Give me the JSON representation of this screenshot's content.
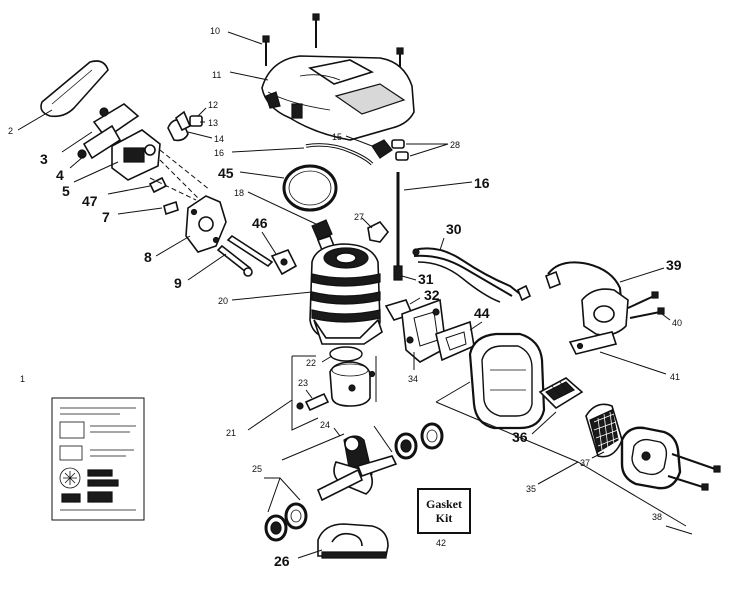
{
  "labels": {
    "l1": "1",
    "l2": "2",
    "l3": "3",
    "l4": "4",
    "l5": "5",
    "l7": "7",
    "l8": "8",
    "l9": "9",
    "l10": "10",
    "l11": "11",
    "l12": "12",
    "l13": "13",
    "l14": "14",
    "l15": "15",
    "l16a": "16",
    "l16b": "16",
    "l18": "18",
    "l20": "20",
    "l21": "21",
    "l22": "22",
    "l23": "23",
    "l24": "24",
    "l25": "25",
    "l26": "26",
    "l27": "27",
    "l28": "28",
    "l30": "30",
    "l31": "31",
    "l32": "32",
    "l34": "34",
    "l35": "35",
    "l36": "36",
    "l37": "37",
    "l38": "38",
    "l39": "39",
    "l40": "40",
    "l41": "41",
    "l42": "42",
    "l44": "44",
    "l45": "45",
    "l46": "46",
    "l47": "47"
  },
  "gasket_kit": {
    "line1": "Gasket",
    "line2": "Kit"
  }
}
